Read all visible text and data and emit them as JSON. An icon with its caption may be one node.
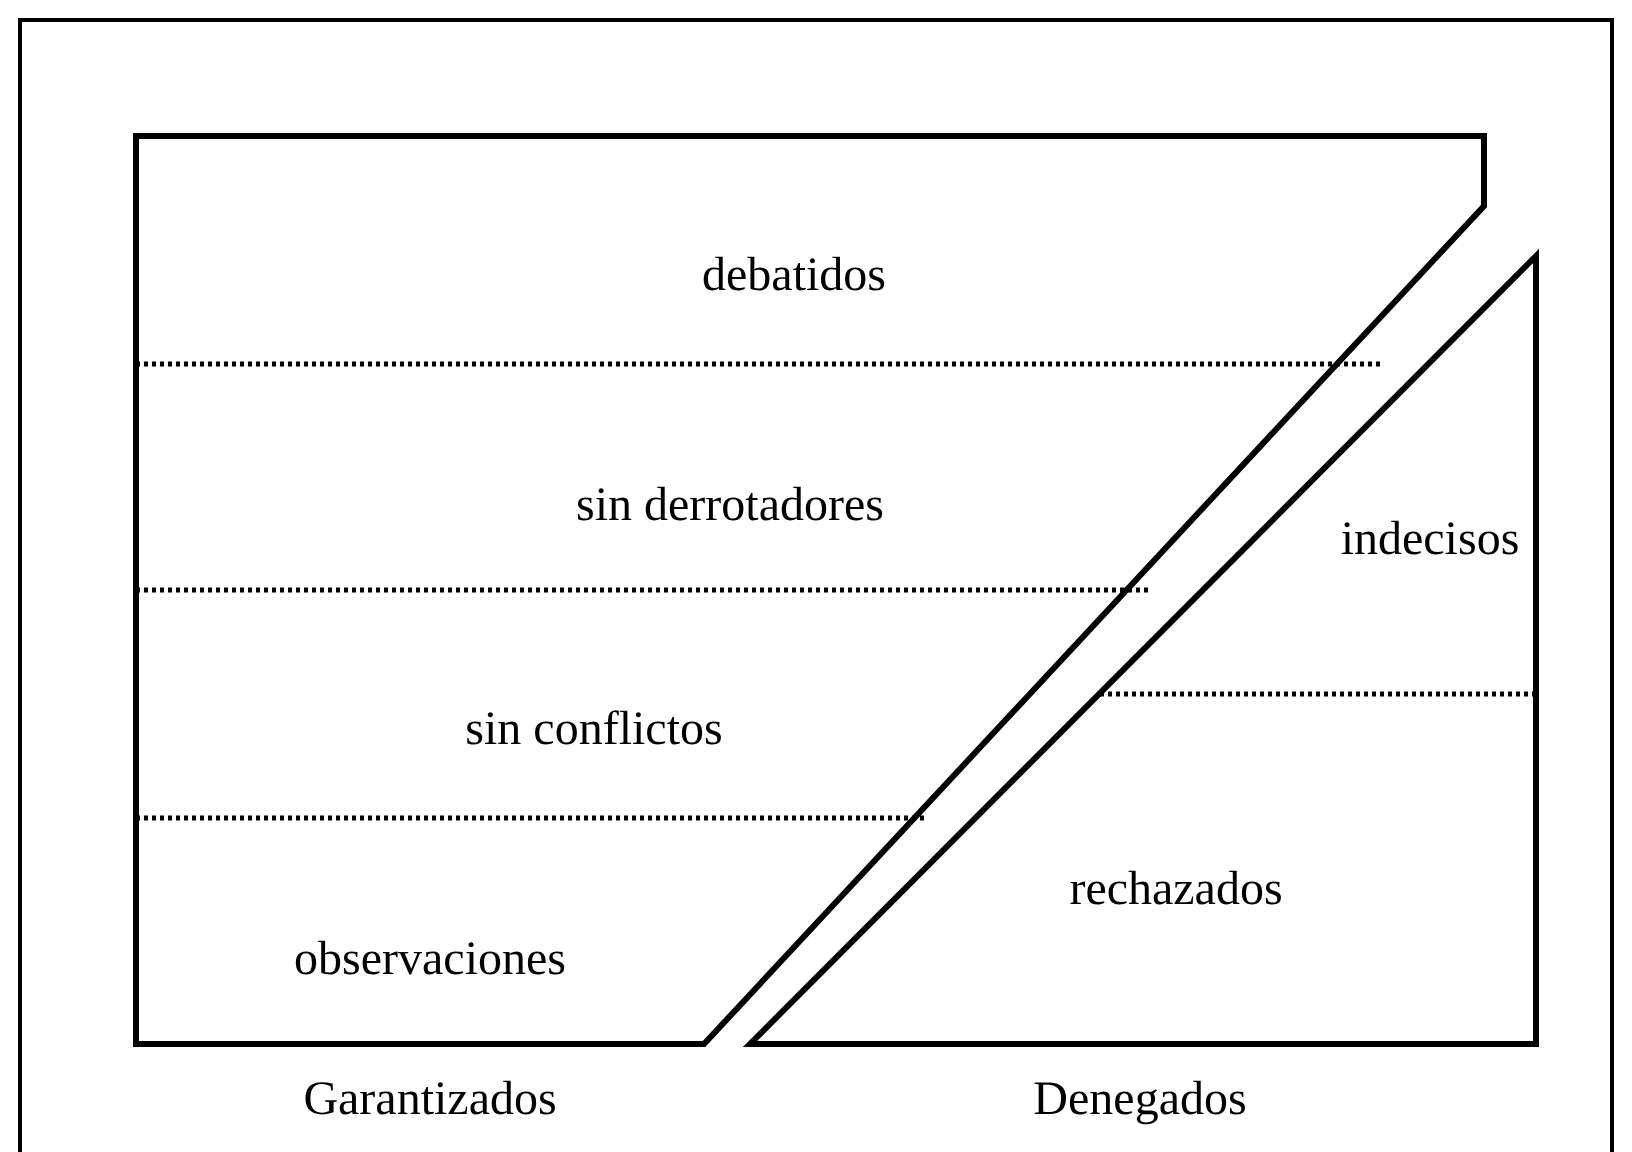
{
  "diagram": {
    "nodes": [
      {
        "text": [
          "Garantizados"
        ]
      },
      {
        "text": [
          "debatidos"
        ],
        "in": 0
      },
      {
        "text": [
          "sin derrotadores"
        ],
        "in": 0
      },
      {
        "text": [
          "sin conflictos"
        ],
        "in": 0
      },
      {
        "text": [
          "observaciones"
        ],
        "in": 0
      },
      {
        "text": [
          "Denegados"
        ]
      },
      {
        "text": [
          "indecisos"
        ],
        "in": 5
      },
      {
        "text": [
          "rechazados"
        ],
        "in": 5
      }
    ]
  }
}
